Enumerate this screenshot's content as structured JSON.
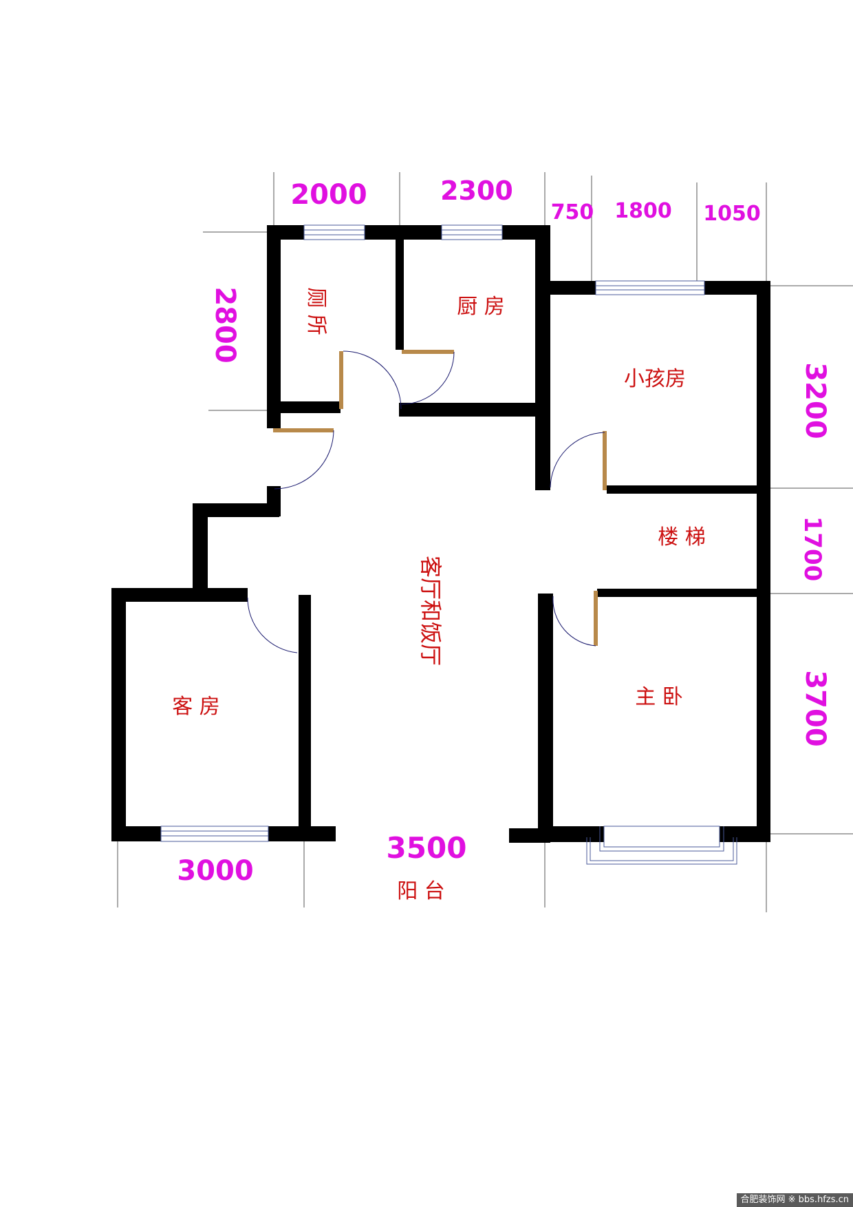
{
  "colors": {
    "wall": "#000000",
    "dimension_text": "#e010e0",
    "room_text": "#cc1010",
    "door_leaf": "#b8894a",
    "door_swing": "#1a1a6e",
    "window": "#4a5a9a",
    "guideline": "#555555"
  },
  "dimensions": {
    "top": [
      "2000",
      "2300",
      "750",
      "1800",
      "1050"
    ],
    "left": "2800",
    "right": [
      "3200",
      "1700",
      "3700"
    ],
    "bottom": [
      "3000",
      "3500"
    ]
  },
  "rooms": {
    "toilet": "厕 所",
    "kitchen": "厨 房",
    "child_room": "小孩房",
    "stairs": "楼 梯",
    "living_dining": "客厅和饭厅",
    "guest_room": "客 房",
    "master_bedroom": "主 卧",
    "balcony": "阳 台"
  },
  "watermark": "合肥装饰网 ※ bbs.hfzs.cn"
}
